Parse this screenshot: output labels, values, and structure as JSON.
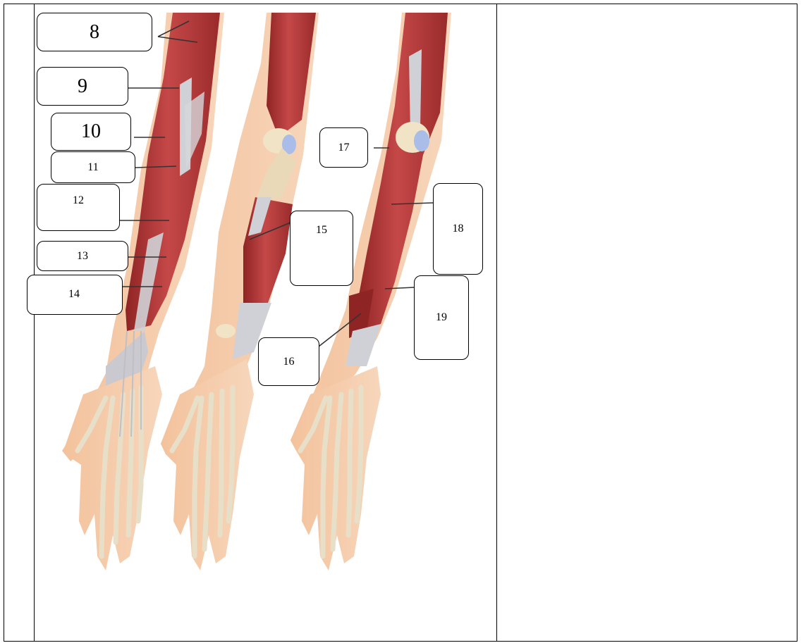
{
  "labels": {
    "l8": "8",
    "l9": "9",
    "l10": "10",
    "l11": "11",
    "l12": "12",
    "l13": "13",
    "l14": "14",
    "l15": "15",
    "l16": "16",
    "l17": "17",
    "l18": "18",
    "l19": "19"
  },
  "colors": {
    "muscle": "#b83a3a",
    "muscle_dark": "#8f2424",
    "skin": "#f4c4a0",
    "bone": "#efe2c4",
    "tendon": "#c9c9cf",
    "cartilage": "#a9bde8"
  }
}
